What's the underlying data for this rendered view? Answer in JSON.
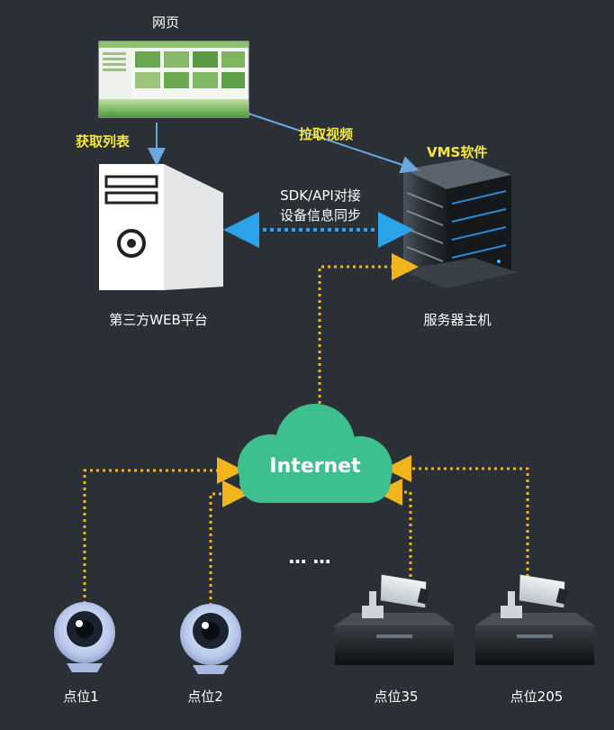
{
  "webpage": {
    "label": "网页"
  },
  "platform": {
    "label": "第三方WEB平台"
  },
  "server": {
    "label": "服务器主机",
    "software": "VMS软件"
  },
  "links": {
    "get_list": "获取列表",
    "pull_video": "拉取视频",
    "sdk_line1": "SDK/API对接",
    "sdk_line2": "设备信息同步"
  },
  "cloud": {
    "label": "Internet"
  },
  "ellipsis": "… …",
  "devices": [
    {
      "label": "点位1",
      "kind": "webcam"
    },
    {
      "label": "点位2",
      "kind": "webcam"
    },
    {
      "label": "点位35",
      "kind": "cctv"
    },
    {
      "label": "点位205",
      "kind": "cctv"
    }
  ],
  "colors": {
    "background": "#2b3036",
    "dotted_link": "#f2b51e",
    "sdk_arrow": "#2aa3e8",
    "cloud": "#3dbf8f",
    "highlight_text": "#f5e63c",
    "arrow_blue": "#6aa8e0"
  }
}
